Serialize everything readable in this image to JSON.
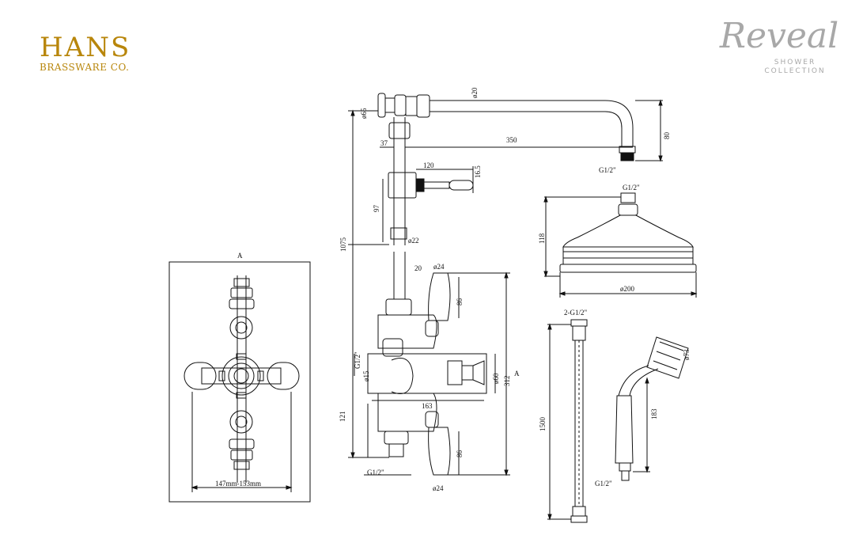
{
  "brand": {
    "name": "HANS",
    "subtitle": "BRASSWARE CO."
  },
  "collection": {
    "script": "Reveal",
    "line1": "SHOWER",
    "line2": "COLLECTION"
  },
  "colors": {
    "brand": "#b8860b",
    "collection": "#a8a8a8",
    "ink": "#111111"
  },
  "front_view": {
    "section_label": "A",
    "width_label": "147mm-153mm"
  },
  "side_view": {
    "d_wall_flange": "ø65",
    "d_arm": "ø20",
    "offset_37": "37",
    "arm_350": "350",
    "drop_80": "80",
    "arm_thread": "G1/2\"",
    "lever_120": "120",
    "lever_16_5": "16.5",
    "len_97": "97",
    "d_22": "ø22",
    "total_1075": "1075",
    "pipe_20": "20",
    "d_24_top": "ø24",
    "h_86_top": "86",
    "inlet_g12": "G1/2\"",
    "d_15": "ø15",
    "body_163": "163",
    "d_60": "ø60",
    "h_312": "312",
    "section_a": "A",
    "h_121": "121",
    "h_86_bottom": "86",
    "d_24_bottom": "ø24",
    "outlet_g12": "G1/2\""
  },
  "shower_head": {
    "thread": "G1/2\"",
    "height": "118",
    "diameter": "ø200"
  },
  "hose": {
    "thread_top": "2-G1/2\"",
    "length": "1500"
  },
  "handset": {
    "d_73": "ø73",
    "h_183": "183",
    "thread": "G1/2\""
  }
}
